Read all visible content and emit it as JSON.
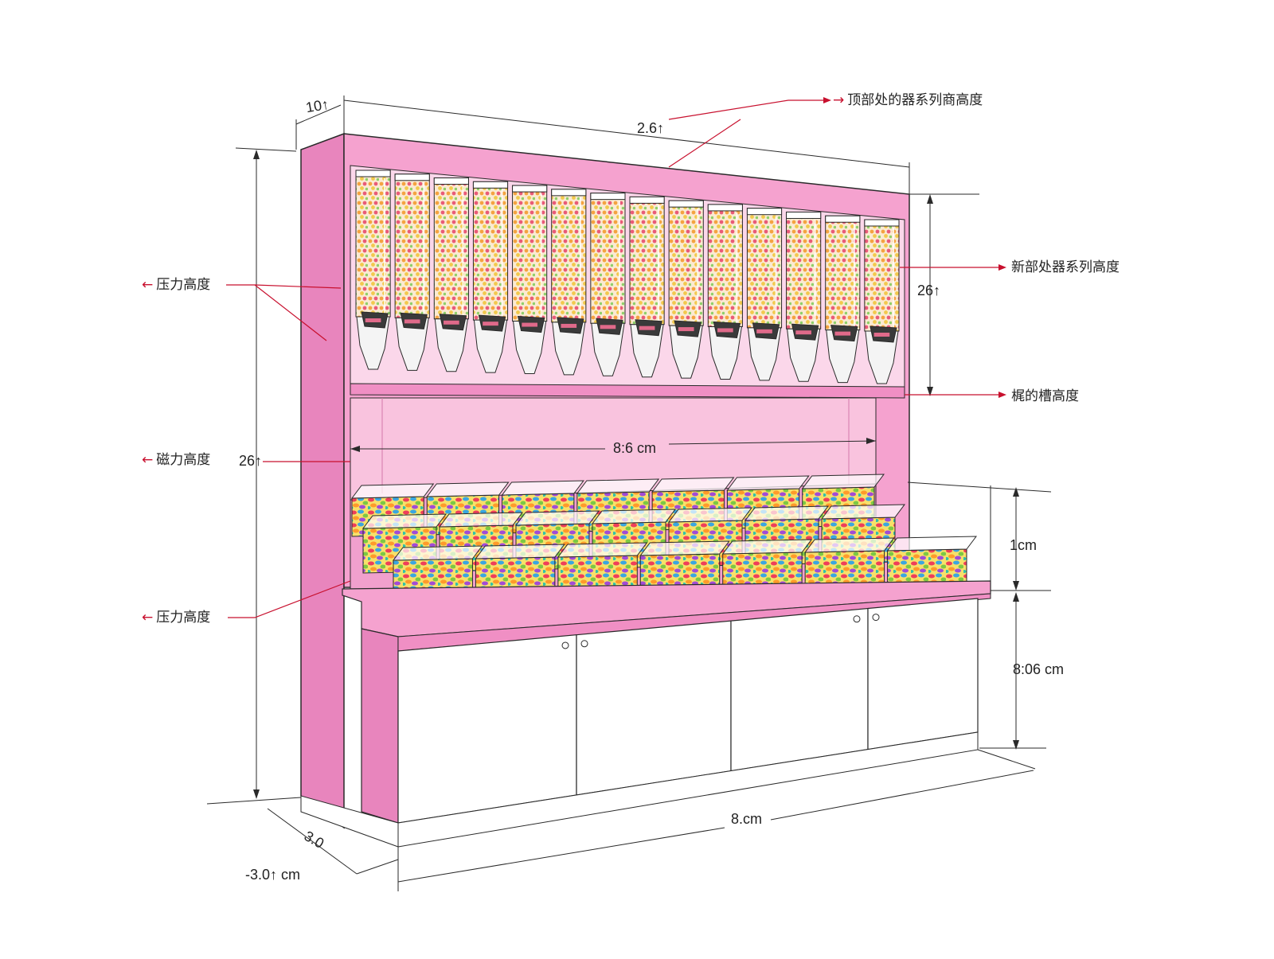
{
  "colors": {
    "cabinet_pink": "#f5a2cf",
    "cabinet_pink_dark": "#e885bd",
    "leader_red": "#c8102e",
    "line": "#2a2a2a"
  },
  "dispensers": {
    "count": 14
  },
  "bins": {
    "rows": 3
  },
  "cabinet_doors": {
    "count": 4
  },
  "labels": {
    "top_depth": "10↑",
    "top_width": "2.6↑",
    "right_top_callout": "顶部处的器系列商高度",
    "right_mid_callout": "新部处器系列高度",
    "right_height": "26↑",
    "right_shelf_callout": "梶的槽高度",
    "inner_width": "8:6 cm",
    "left_upper": "压力高度",
    "left_middle": "磁力高度",
    "left_middle_value": "26↑",
    "left_lower": "压力高度",
    "bin_height": "1cm",
    "cabinet_height": "8:06 cm",
    "depth_bottom": "3.0",
    "depth_bottom_total": "-3.0↑ cm",
    "bottom_width": "8.cm"
  }
}
